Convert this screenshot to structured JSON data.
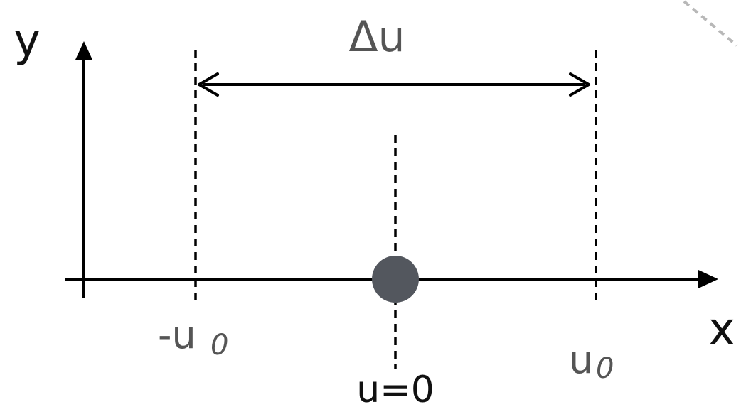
{
  "labels": {
    "y_axis": "y",
    "x_axis": "x",
    "delta": "Δu",
    "neg_bound_main": "-u",
    "neg_bound_sub": "0",
    "pos_bound_main": "u",
    "pos_bound_sub": "0",
    "center": "u=0"
  },
  "colors": {
    "axis": "#000000",
    "label_dark": "#111111",
    "label_gray": "#555555",
    "particle": "#53575e",
    "corner_dash": "#b8b8b8"
  }
}
